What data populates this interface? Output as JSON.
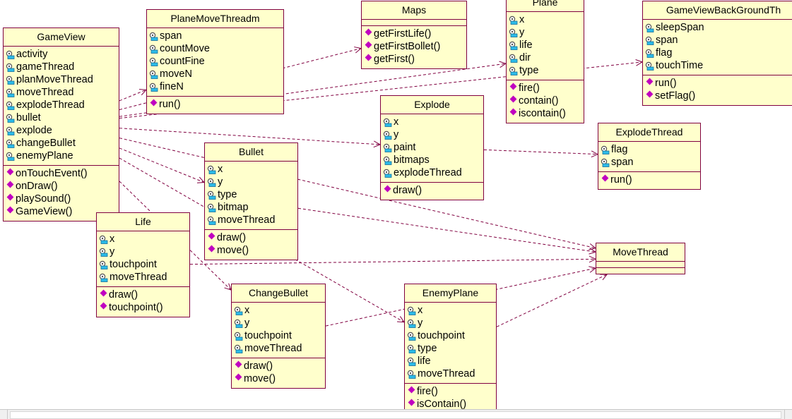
{
  "diagram": {
    "classes": [
      {
        "id": "GameView",
        "name": "GameView",
        "attributes": [
          "activity",
          "gameThread",
          "planMoveThread",
          "moveThread",
          "explodeThread",
          "bullet",
          "explode",
          "changeBullet",
          "enemyPlane"
        ],
        "operations": [
          "onTouchEvent()",
          "onDraw()",
          "playSound()",
          "GameView()"
        ]
      },
      {
        "id": "PlaneMoveThreadm",
        "name": "PlaneMoveThreadm",
        "attributes": [
          "span",
          "countMove",
          "countFine",
          "moveN",
          "fineN"
        ],
        "operations": [
          "run()"
        ]
      },
      {
        "id": "Maps",
        "name": "Maps",
        "attributes": [],
        "operations": [
          "getFirstLife()",
          "getFirstBollet()",
          "getFirst()"
        ]
      },
      {
        "id": "Plane",
        "name": "Plane",
        "attributes": [
          "x",
          "y",
          "life",
          "dir",
          "type"
        ],
        "operations": [
          "fire()",
          "contain()",
          "iscontain()"
        ]
      },
      {
        "id": "GameViewBackGroundThread",
        "name": "GameViewBackGroundTh",
        "attributes": [
          "sleepSpan",
          "span",
          "flag",
          "touchTime"
        ],
        "operations": [
          "run()",
          "setFlag()"
        ]
      },
      {
        "id": "Explode",
        "name": "Explode",
        "attributes": [
          "x",
          "y",
          "paint",
          "bitmaps",
          "explodeThread"
        ],
        "operations": [
          "draw()"
        ]
      },
      {
        "id": "ExplodeThread",
        "name": "ExplodeThread",
        "attributes": [
          "flag",
          "span"
        ],
        "operations": [
          "run()"
        ]
      },
      {
        "id": "Bullet",
        "name": "Bullet",
        "attributes": [
          "x",
          "y",
          "type",
          "bitmap",
          "moveThread"
        ],
        "operations": [
          "draw()",
          "move()"
        ]
      },
      {
        "id": "Life",
        "name": "Life",
        "attributes": [
          "x",
          "y",
          "touchpoint",
          "moveThread"
        ],
        "operations": [
          "draw()",
          "touchpoint()"
        ]
      },
      {
        "id": "MoveThread",
        "name": "MoveThread",
        "attributes": [],
        "operations": []
      },
      {
        "id": "ChangeBullet",
        "name": "ChangeBullet",
        "attributes": [
          "x",
          "y",
          "touchpoint",
          "moveThread"
        ],
        "operations": [
          "draw()",
          "move()"
        ]
      },
      {
        "id": "EnemyPlane",
        "name": "EnemyPlane",
        "attributes": [
          "x",
          "y",
          "touchpoint",
          "type",
          "life",
          "moveThread"
        ],
        "operations": [
          "fire()",
          "isContain()"
        ]
      }
    ],
    "dependencies": [
      {
        "from": "GameView",
        "to": "PlaneMoveThreadm"
      },
      {
        "from": "GameView",
        "to": "Maps"
      },
      {
        "from": "GameView",
        "to": "Plane"
      },
      {
        "from": "GameView",
        "to": "GameViewBackGroundThread"
      },
      {
        "from": "GameView",
        "to": "Explode"
      },
      {
        "from": "GameView",
        "to": "Bullet"
      },
      {
        "from": "GameView",
        "to": "Life"
      },
      {
        "from": "GameView",
        "to": "ChangeBullet"
      },
      {
        "from": "GameView",
        "to": "EnemyPlane"
      },
      {
        "from": "GameView",
        "to": "MoveThread"
      },
      {
        "from": "Explode",
        "to": "ExplodeThread"
      },
      {
        "from": "Bullet",
        "to": "MoveThread"
      },
      {
        "from": "Life",
        "to": "MoveThread"
      },
      {
        "from": "ChangeBullet",
        "to": "MoveThread"
      },
      {
        "from": "EnemyPlane",
        "to": "MoveThread"
      }
    ],
    "colors": {
      "class_fill": "#ffffcc",
      "class_border": "#800040",
      "dependency_line": "#800040",
      "attribute_icon": "#2bbbe8",
      "operation_icon": "#c000c0"
    }
  },
  "icons": {
    "attribute": "key-attribute-icon",
    "operation": "operation-diamond-icon"
  }
}
